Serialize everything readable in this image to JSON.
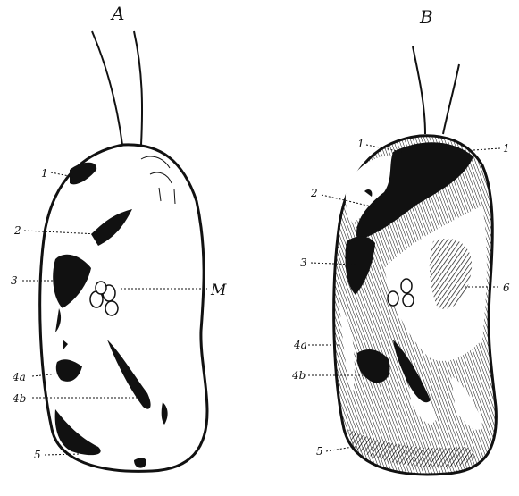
{
  "panels": [
    {
      "id": "A",
      "title": "A"
    },
    {
      "id": "B",
      "title": "B"
    }
  ],
  "labels": {
    "A": [
      "1",
      "2",
      "3",
      "4a",
      "4b",
      "5",
      "M"
    ],
    "B": [
      "1",
      "1",
      "2",
      "3",
      "4a",
      "4b",
      "5",
      "6"
    ]
  },
  "colors": {
    "ink": "#111111",
    "paper": "#ffffff"
  }
}
